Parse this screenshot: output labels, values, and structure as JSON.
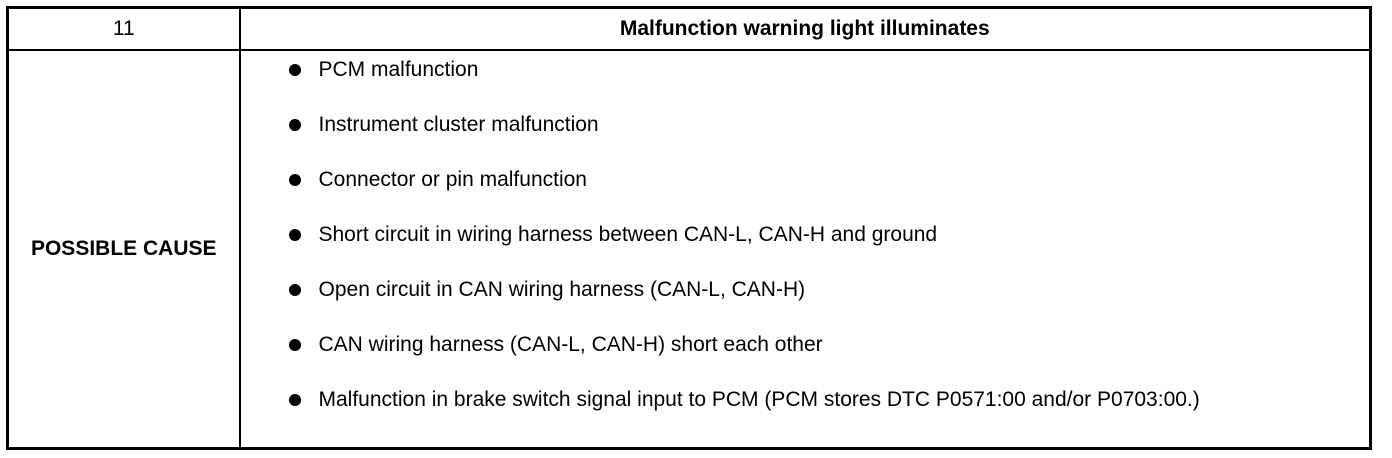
{
  "header": {
    "step_number": "11",
    "title": "Malfunction warning light illuminates"
  },
  "possible_cause": {
    "label": "POSSIBLE CAUSE",
    "items": [
      "PCM malfunction",
      "Instrument cluster malfunction",
      "Connector or pin malfunction",
      "Short circuit in wiring harness between CAN-L, CAN-H and ground",
      "Open circuit in CAN wiring harness (CAN-L, CAN-H)",
      "CAN wiring harness (CAN-L, CAN-H) short each other",
      "Malfunction in brake switch signal input to PCM (PCM stores DTC P0571:00 and/or P0703:00.)"
    ]
  }
}
